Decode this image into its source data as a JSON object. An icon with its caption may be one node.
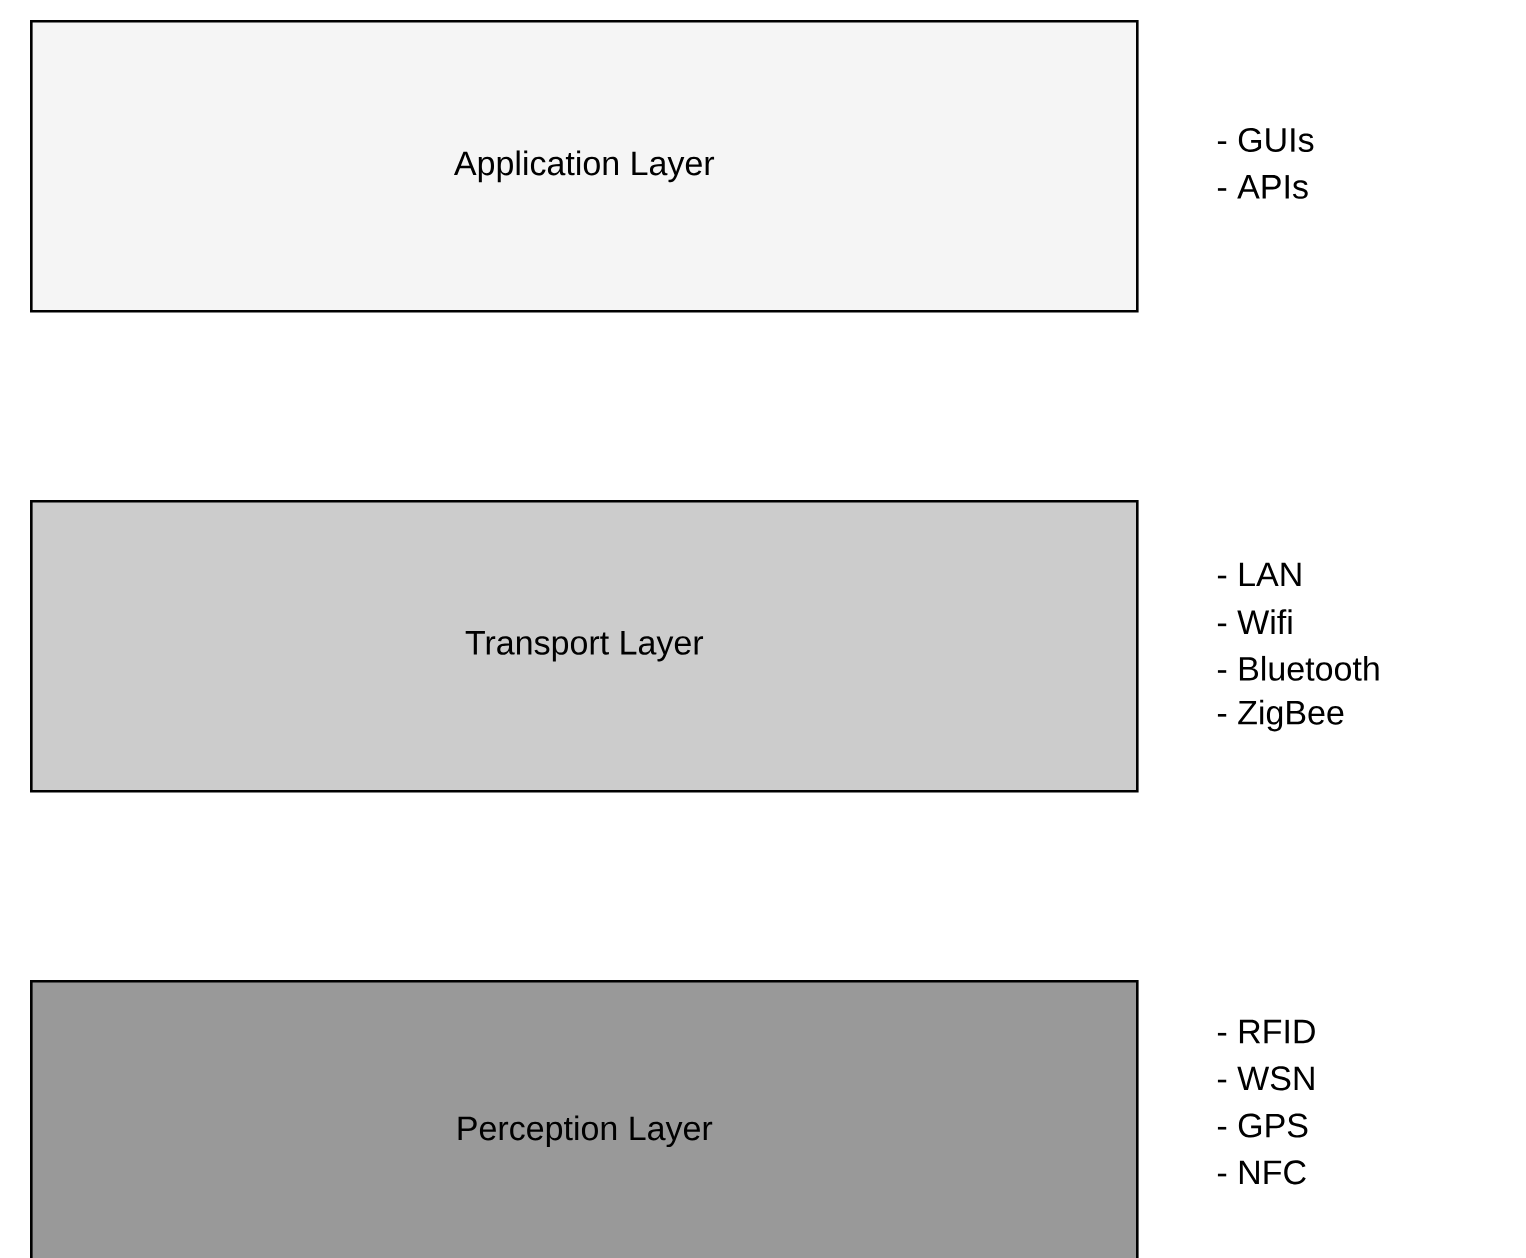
{
  "diagram": {
    "nodes": [
      {
        "text": [
          "Application Layer"
        ],
        "beside": [
          "- GUIs",
          "- APIs"
        ]
      },
      {
        "text": [
          "Transport Layer"
        ],
        "beside": [
          "- LAN",
          "- Wifi",
          "- Bluetooth",
          "- ZigBee"
        ]
      },
      {
        "text": [
          "Perception Layer"
        ],
        "beside": [
          "- RFID",
          "- WSN",
          "- GPS",
          "- NFC"
        ]
      }
    ],
    "edges": []
  }
}
